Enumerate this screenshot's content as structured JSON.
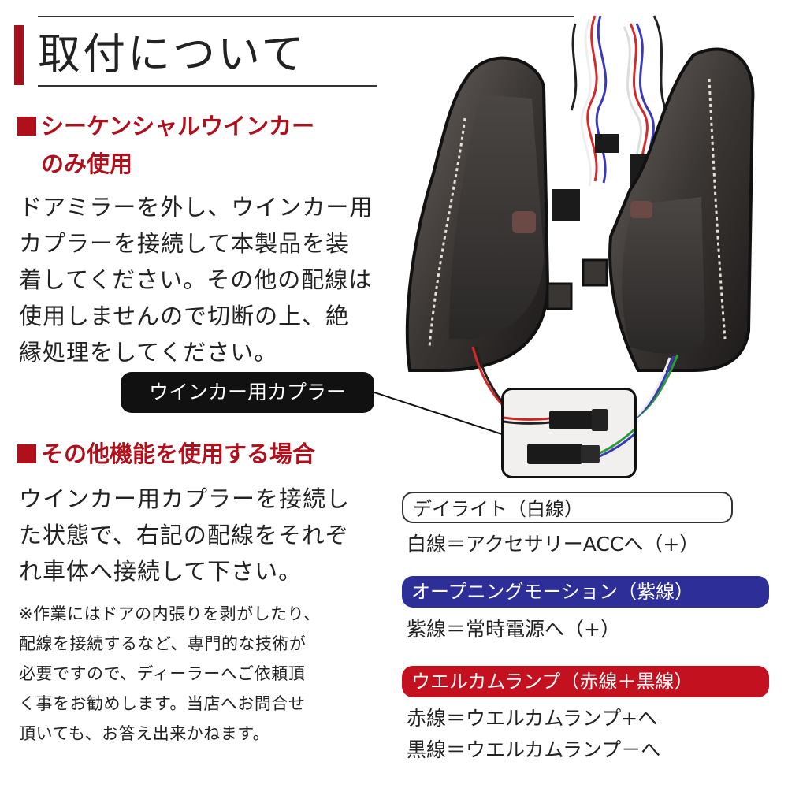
{
  "page": {
    "title": "取付について"
  },
  "section1": {
    "heading_line1": "シーケンシャルウインカー",
    "heading_line2": "のみ使用",
    "body_lines": [
      "ドアミラーを外し、ウインカー用",
      "カプラーを接続して本製品を装",
      "着してください。その他の配線は",
      "使用しませんので切断の上、絶",
      "縁処理をしてください。"
    ]
  },
  "coupler_label": "ウインカー用カプラー",
  "section2": {
    "heading": "その他機能を使用する場合",
    "body_lines": [
      "ウインカー用カプラーを接続し",
      "た状態で、右記の配線をそれぞ",
      "れ車体へ接続して下さい。"
    ],
    "note_lines": [
      "※作業にはドアの内張りを剥がしたり、",
      "配線を接続するなど、専門的な技術が",
      "必要ですので、ディーラーへご依頼頂",
      "く事をお勧めします。当店へお問合せ",
      "頂いても、お答え出来かねます。"
    ]
  },
  "functions": {
    "daylight": {
      "label": "デイライト（白線）",
      "desc": "白線＝アクセサリーACCへ（+）"
    },
    "opening": {
      "label": "オープニングモーション（紫線）",
      "desc": "紫線＝常時電源へ（+）"
    },
    "welcome": {
      "label": "ウエルカムランプ（赤線＋黒線）",
      "desc_lines": [
        "赤線＝ウエルカムランプ+へ",
        "黒線＝ウエルカムランプ－へ"
      ]
    }
  },
  "colors": {
    "accent_red": "#b0101c",
    "purple": "#2d2e97",
    "label_red": "#c41120",
    "black": "#111111"
  },
  "icons": [
    "bullet-square-icon",
    "mirror-product-photo",
    "coupler-closeup-photo"
  ]
}
